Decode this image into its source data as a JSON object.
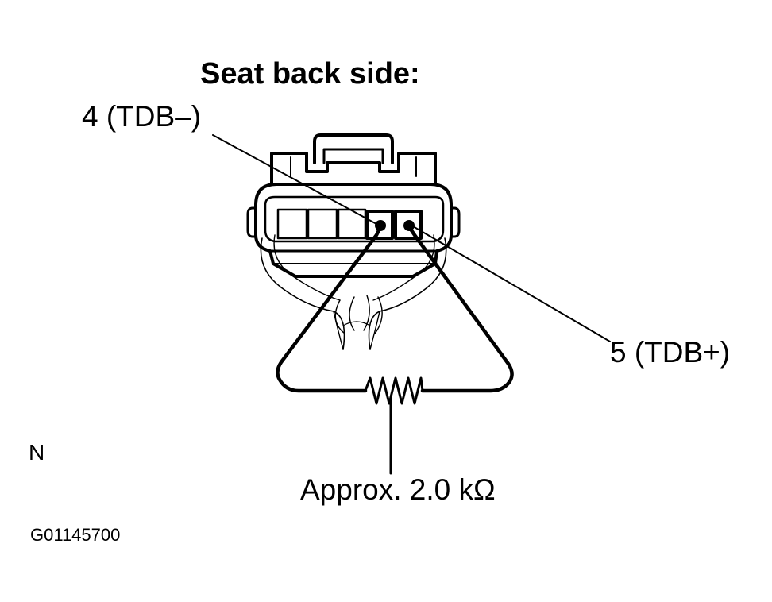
{
  "diagram": {
    "title": "Seat back side:",
    "pin_negative_label": "4 (TDB–)",
    "pin_positive_label": "5 (TDB+)",
    "resistance_label": "Approx. 2.0 kΩ",
    "corner_mark": "N",
    "figure_code": "G01145700"
  },
  "colors": {
    "line": "#000000",
    "background": "#ffffff"
  },
  "icons": [
    "connector-icon",
    "resistor-icon"
  ]
}
